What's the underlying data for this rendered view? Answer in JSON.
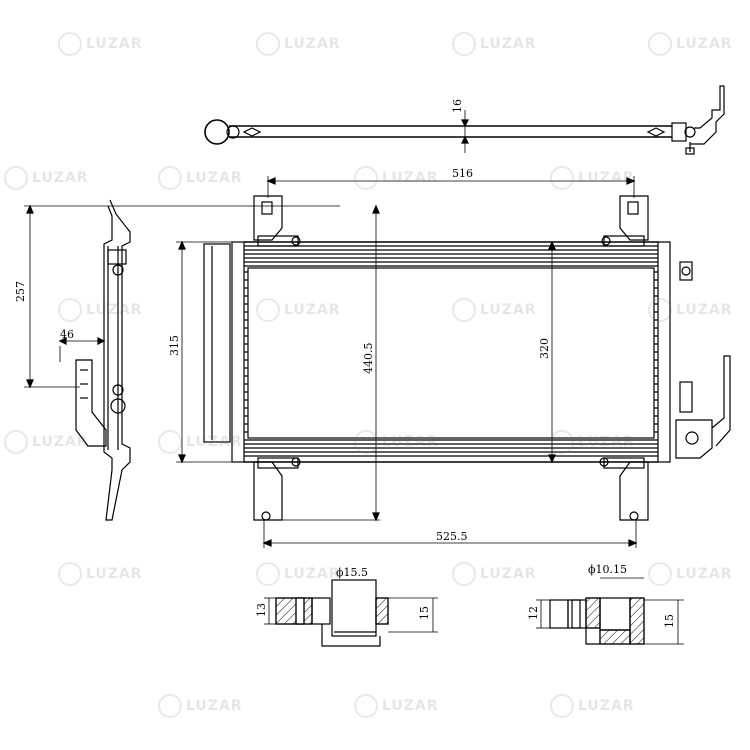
{
  "dimensions": {
    "pipe_diameter": "16",
    "bracket_span_top": "516",
    "overall_height_side": "257",
    "side_offset": "46",
    "core_height": "315",
    "overall_height": "440.5",
    "bracket_height": "320",
    "overall_width": "525.5"
  },
  "fittings": {
    "left": {
      "diameter": "ϕ15.5",
      "height_a": "13",
      "height_b": "15"
    },
    "right": {
      "diameter": "ϕ10.15",
      "height_a": "12",
      "height_b": "15"
    }
  },
  "watermark": {
    "brand": "LUZAR"
  },
  "colors": {
    "line": "#000000",
    "watermark": "#666666"
  }
}
